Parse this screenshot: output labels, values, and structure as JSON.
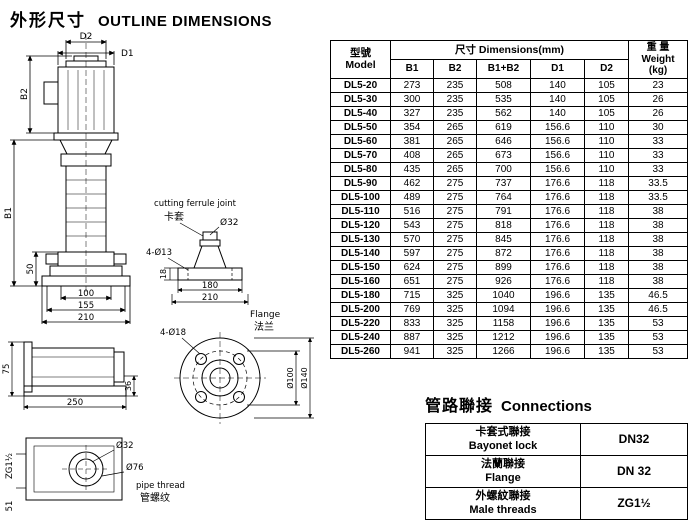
{
  "page": {
    "title_zh": "外形尺寸",
    "title_en": "OUTLINE DIMENSIONS"
  },
  "drawing": {
    "labels": {
      "d2": "D2",
      "d1": "D1",
      "b2": "B2",
      "b1": "B1",
      "dim50": "50",
      "dim100": "100",
      "dim155": "155",
      "dim210": "210",
      "ferrule_en": "cutting ferrule joint",
      "ferrule_zh": "卡套",
      "phi32": "Ø32",
      "holes13": "4-Ø13",
      "dim18": "18",
      "dim180": "180",
      "dim210b": "210",
      "flange_en": "Flange",
      "flange_zh": "法兰",
      "holes18": "4-Ø18",
      "phi100": "Ø100",
      "phi140": "Ø140",
      "dim75": "75",
      "dim250": "250",
      "dim36": "36",
      "phi32b": "Ø32",
      "phi76": "Ø76",
      "pipe_en": "pipe thread",
      "pipe_zh": "管螺纹",
      "zg": "ZG1½",
      "dim51": "51"
    }
  },
  "dim_table": {
    "header": {
      "model_zh": "型號",
      "model_en": "Model",
      "dims_label": "尺寸 Dimensions(mm)",
      "cols": [
        "B1",
        "B2",
        "B1+B2",
        "D1",
        "D2"
      ],
      "weight_zh": "重 量",
      "weight_en": "Weight",
      "weight_unit": "(kg)"
    },
    "rows": [
      [
        "DL5-20",
        "273",
        "235",
        "508",
        "140",
        "105",
        "23"
      ],
      [
        "DL5-30",
        "300",
        "235",
        "535",
        "140",
        "105",
        "26"
      ],
      [
        "DL5-40",
        "327",
        "235",
        "562",
        "140",
        "105",
        "26"
      ],
      [
        "DL5-50",
        "354",
        "265",
        "619",
        "156.6",
        "110",
        "30"
      ],
      [
        "DL5-60",
        "381",
        "265",
        "646",
        "156.6",
        "110",
        "33"
      ],
      [
        "DL5-70",
        "408",
        "265",
        "673",
        "156.6",
        "110",
        "33"
      ],
      [
        "DL5-80",
        "435",
        "265",
        "700",
        "156.6",
        "110",
        "33"
      ],
      [
        "DL5-90",
        "462",
        "275",
        "737",
        "176.6",
        "118",
        "33.5"
      ],
      [
        "DL5-100",
        "489",
        "275",
        "764",
        "176.6",
        "118",
        "33.5"
      ],
      [
        "DL5-110",
        "516",
        "275",
        "791",
        "176.6",
        "118",
        "38"
      ],
      [
        "DL5-120",
        "543",
        "275",
        "818",
        "176.6",
        "118",
        "38"
      ],
      [
        "DL5-130",
        "570",
        "275",
        "845",
        "176.6",
        "118",
        "38"
      ],
      [
        "DL5-140",
        "597",
        "275",
        "872",
        "176.6",
        "118",
        "38"
      ],
      [
        "DL5-150",
        "624",
        "275",
        "899",
        "176.6",
        "118",
        "38"
      ],
      [
        "DL5-160",
        "651",
        "275",
        "926",
        "176.6",
        "118",
        "38"
      ],
      [
        "DL5-180",
        "715",
        "325",
        "1040",
        "196.6",
        "135",
        "46.5"
      ],
      [
        "DL5-200",
        "769",
        "325",
        "1094",
        "196.6",
        "135",
        "46.5"
      ],
      [
        "DL5-220",
        "833",
        "325",
        "1158",
        "196.6",
        "135",
        "53"
      ],
      [
        "DL5-240",
        "887",
        "325",
        "1212",
        "196.6",
        "135",
        "53"
      ],
      [
        "DL5-260",
        "941",
        "325",
        "1266",
        "196.6",
        "135",
        "53"
      ]
    ]
  },
  "conn_table": {
    "title_zh": "管路聯接",
    "title_en": "Connections",
    "rows": [
      {
        "zh": "卡套式聯接",
        "en": "Bayonet lock",
        "value": "DN32"
      },
      {
        "zh": "法蘭聯接",
        "en": "Flange",
        "value": "DN 32"
      },
      {
        "zh": "外螺紋聯接",
        "en": "Male threads",
        "value": "ZG1½"
      }
    ]
  }
}
